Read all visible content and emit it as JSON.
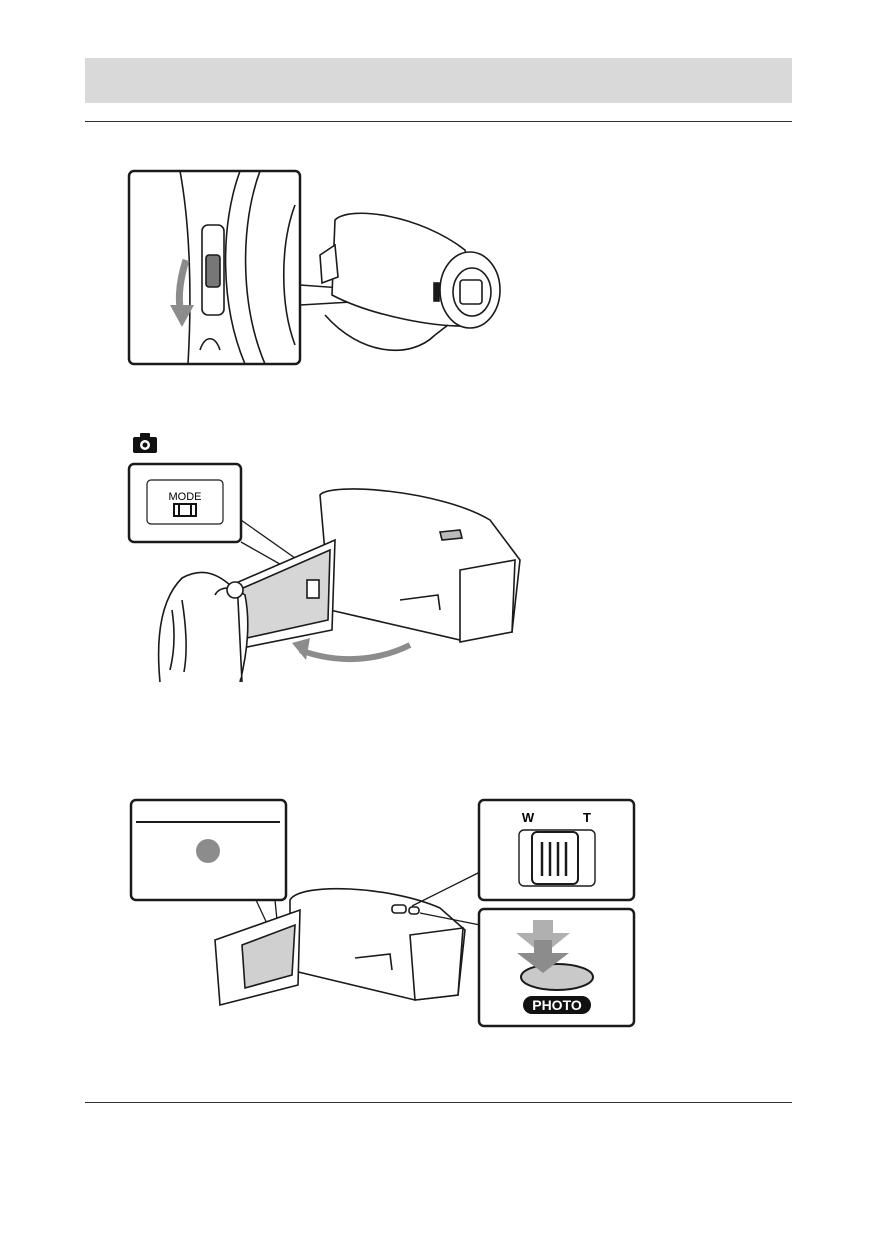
{
  "header": {
    "bar_color": "#d9d9d9"
  },
  "figure_mode": {
    "mode_button_label": "MODE"
  },
  "figure_photo": {
    "zoom_wide_label": "W",
    "zoom_tele_label": "T",
    "photo_button_label": "PHOTO"
  },
  "icons": {
    "camera_icon": "camera-icon",
    "movie_icon": "film-icon"
  },
  "colors": {
    "arrow_gray": "#8c8c8c",
    "screen_gray": "#d0d0d0",
    "line": "#1a1a1a"
  }
}
